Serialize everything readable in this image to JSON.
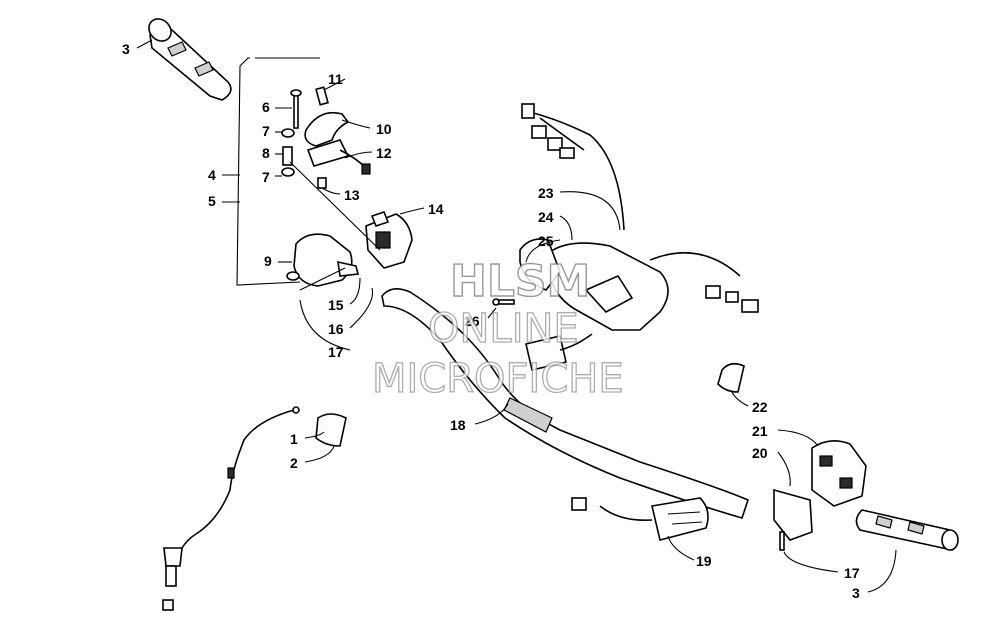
{
  "watermark": {
    "line1": "HLSM",
    "line2": "ONLINE",
    "line3": "MICROFICHE"
  },
  "callouts": [
    {
      "id": "c3a",
      "text": "3"
    },
    {
      "id": "c11",
      "text": "11"
    },
    {
      "id": "c6",
      "text": "6"
    },
    {
      "id": "c7a",
      "text": "7"
    },
    {
      "id": "c10",
      "text": "10"
    },
    {
      "id": "c8",
      "text": "8"
    },
    {
      "id": "c12",
      "text": "12"
    },
    {
      "id": "c4",
      "text": "4"
    },
    {
      "id": "c7b",
      "text": "7"
    },
    {
      "id": "c13",
      "text": "13"
    },
    {
      "id": "c5",
      "text": "5"
    },
    {
      "id": "c14",
      "text": "14"
    },
    {
      "id": "c9",
      "text": "9"
    },
    {
      "id": "c15",
      "text": "15"
    },
    {
      "id": "c16",
      "text": "16"
    },
    {
      "id": "c17a",
      "text": "17"
    },
    {
      "id": "c23",
      "text": "23"
    },
    {
      "id": "c24",
      "text": "24"
    },
    {
      "id": "c25",
      "text": "25"
    },
    {
      "id": "c26",
      "text": "26"
    },
    {
      "id": "c22",
      "text": "22"
    },
    {
      "id": "c21",
      "text": "21"
    },
    {
      "id": "c20",
      "text": "20"
    },
    {
      "id": "c18",
      "text": "18"
    },
    {
      "id": "c1",
      "text": "1"
    },
    {
      "id": "c2",
      "text": "2"
    },
    {
      "id": "c19",
      "text": "19"
    },
    {
      "id": "c17b",
      "text": "17"
    },
    {
      "id": "c3b",
      "text": "3"
    }
  ]
}
